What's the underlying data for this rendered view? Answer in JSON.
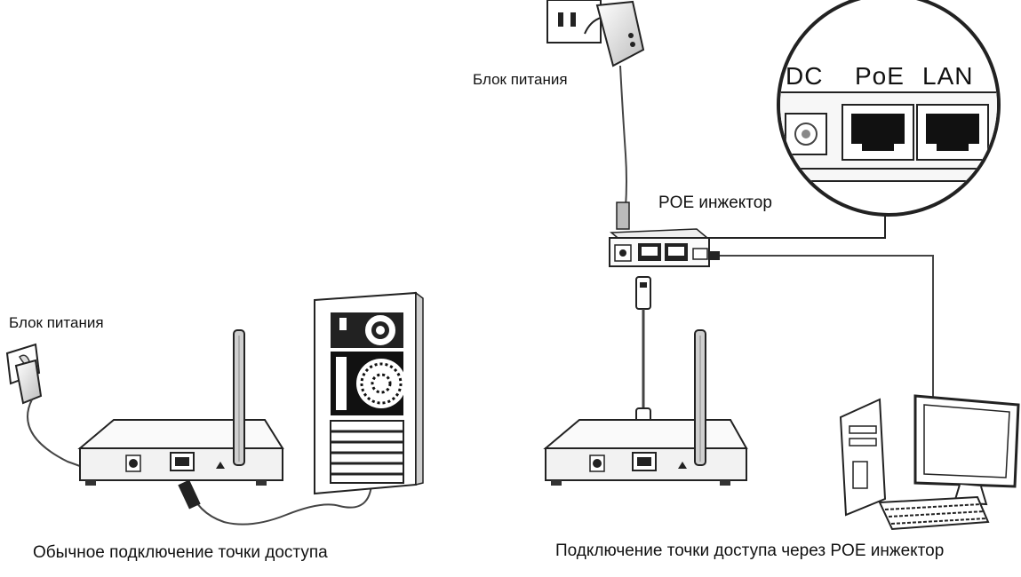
{
  "left_scene": {
    "power_supply_label": "Блок питания",
    "caption": "Обычное подключение точки доступа"
  },
  "right_scene": {
    "power_supply_label": "Блок питания",
    "injector_label": "POE инжектор",
    "caption": "Подключение точки доступа через POE инжектор",
    "ports_zoom": {
      "dc_label": "DC",
      "poe_label": "PoE",
      "lan_label": "LAN"
    }
  }
}
